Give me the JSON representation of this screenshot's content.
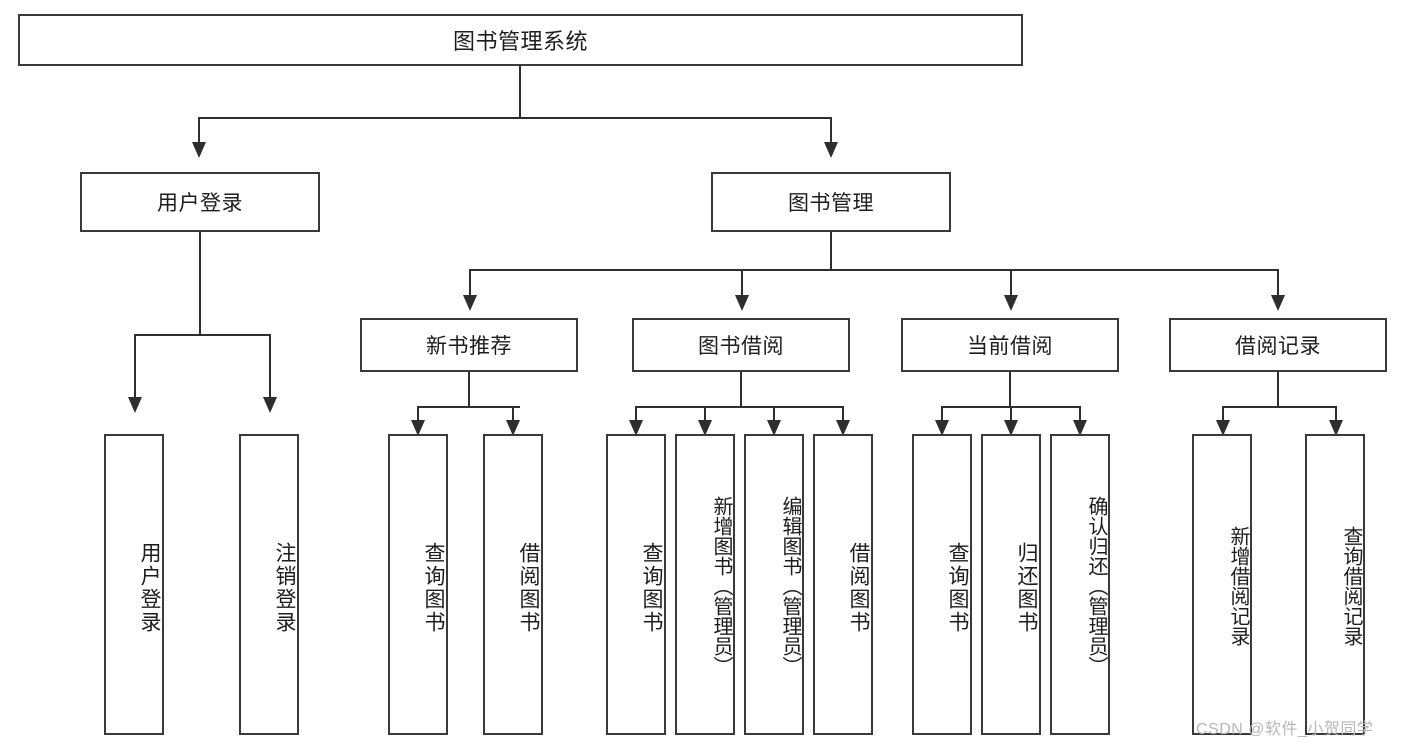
{
  "diagram": {
    "type": "tree-hierarchy",
    "background_color": "#ffffff",
    "line_color": "#2e2e2e",
    "box_border_color": "#3a3a3a",
    "root": {
      "label": "图书管理系统"
    },
    "level2": [
      {
        "label": "用户登录"
      },
      {
        "label": "图书管理"
      }
    ],
    "level3": [
      {
        "label": "新书推荐"
      },
      {
        "label": "图书借阅"
      },
      {
        "label": "当前借阅"
      },
      {
        "label": "借阅记录"
      }
    ],
    "leaves": {
      "user_login": [
        {
          "label": "用户登录"
        },
        {
          "label": "注销登录"
        }
      ],
      "new_book_recommend": [
        {
          "label": "查询图书"
        },
        {
          "label": "借阅图书"
        }
      ],
      "book_borrow": [
        {
          "label": "查询图书"
        },
        {
          "label": "新增图书（管理员）"
        },
        {
          "label": "编辑图书（管理员）"
        },
        {
          "label": "借阅图书"
        }
      ],
      "current_borrow": [
        {
          "label": "查询图书"
        },
        {
          "label": "归还图书"
        },
        {
          "label": "确认归还（管理员）"
        }
      ],
      "borrow_record": [
        {
          "label": "新增借阅记录"
        },
        {
          "label": "查询借阅记录"
        }
      ]
    }
  },
  "watermark": {
    "text": "CSDN @软件_小贺同学"
  }
}
